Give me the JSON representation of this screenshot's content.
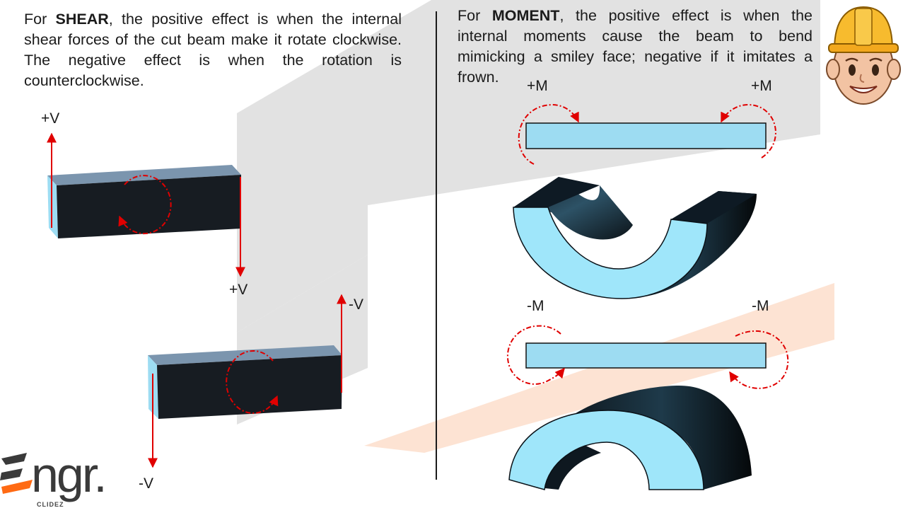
{
  "shear": {
    "lead": "For ",
    "keyword": "SHEAR",
    "rest": ", the positive effect is when the internal shear forces of the cut beam make it rotate clockwise. The negative effect is when the rotation is counterclockwise."
  },
  "moment": {
    "lead": "For ",
    "keyword": "MOMENT",
    "rest": ", the positive effect is when the internal moments cause the beam to bend mimicking a smiley face; negative if it imitates a frown."
  },
  "labels": {
    "pos_v_top": "+V",
    "pos_v_bottom": "+V",
    "neg_v_top": "-V",
    "neg_v_bottom": "-V",
    "pos_m_left": "+M",
    "pos_m_right": "+M",
    "neg_m_left": "-M",
    "neg_m_right": "-M"
  },
  "logo": {
    "word": "ngr.",
    "sub": "CLIDEZ"
  },
  "colors": {
    "arrow_red": "#e00000",
    "beam_face": "#171c22",
    "beam_top": "#7b95ae",
    "beam_end": "#9ddcf2",
    "bar_fill": "#9ddcf2",
    "logo_orange": "#ff6a13"
  }
}
